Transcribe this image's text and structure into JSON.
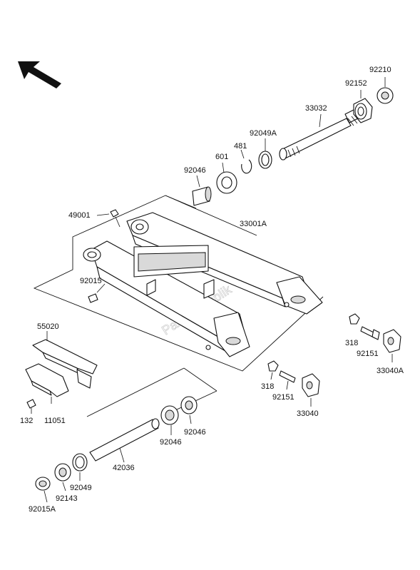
{
  "watermark": "PartsRepublik",
  "labels": {
    "p92210": "92210",
    "p92152": "92152",
    "p33032": "33032",
    "p92049A": "92049A",
    "p481": "481",
    "p601": "601",
    "p92046_top": "92046",
    "p49001": "49001",
    "p33001A": "33001A",
    "p92015": "92015",
    "p55020": "55020",
    "p132": "132",
    "p11051": "11051",
    "p318_right": "318",
    "p92151_right": "92151",
    "p33040A": "33040A",
    "p318_mid": "318",
    "p92151_mid": "92151",
    "p33040": "33040",
    "p92046_mid": "92046",
    "p92046_low": "92046",
    "p42036": "42036",
    "p92049": "92049",
    "p92143": "92143",
    "p92015A": "92015A"
  },
  "icons": {
    "direction": "front-arrow-icon"
  }
}
